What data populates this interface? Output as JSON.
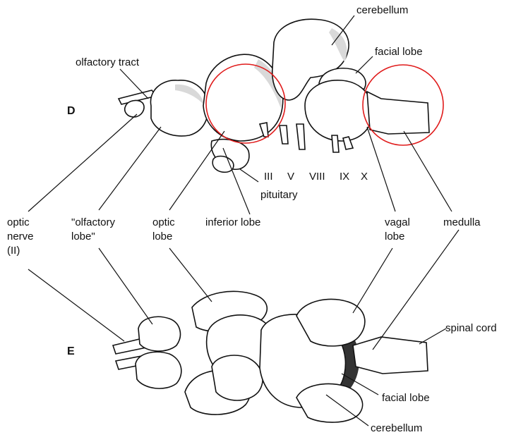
{
  "views": {
    "dorsal_label": "D",
    "ventral_label": "E"
  },
  "labels": {
    "olfactory_tract": "olfactory tract",
    "cerebellum_top": "cerebellum",
    "facial_lobe_top": "facial lobe",
    "nerve_iii": "III",
    "nerve_v": "V",
    "nerve_viii": "VIII",
    "nerve_ix": "IX",
    "nerve_x": "X",
    "pituitary": "pituitary",
    "optic_nerve_1": "optic",
    "optic_nerve_2": "nerve",
    "optic_nerve_3": "(II)",
    "olfactory_lobe_1": "\"olfactory",
    "olfactory_lobe_2": "lobe\"",
    "optic_lobe_1": "optic",
    "optic_lobe_2": "lobe",
    "inferior_lobe": "inferior lobe",
    "vagal_lobe_1": "vagal",
    "vagal_lobe_2": "lobe",
    "medulla": "medulla",
    "spinal_cord": "spinal cord",
    "facial_lobe_bottom": "facial lobe",
    "cerebellum_bottom": "cerebellum"
  },
  "highlight_color": "#e01b1b"
}
